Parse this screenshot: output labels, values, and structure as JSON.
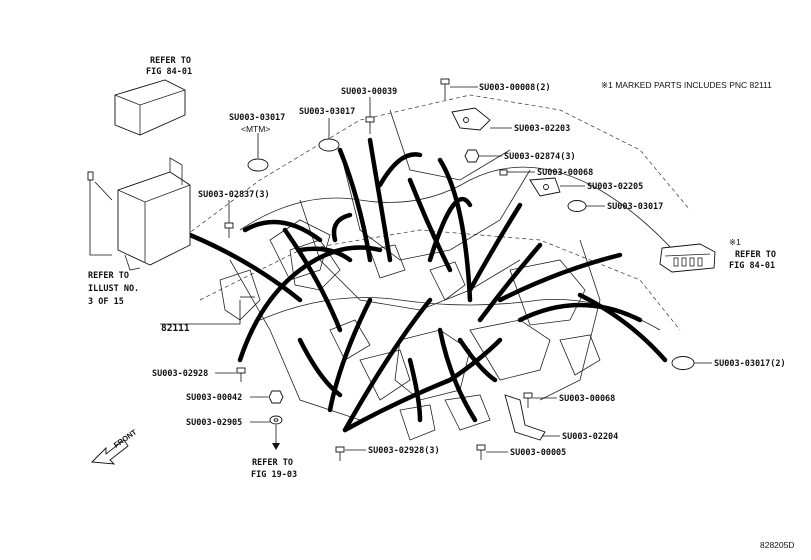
{
  "note": "※1 MARKED PARTS INCLUDES PNC 82111",
  "diagram_id": "828205D",
  "front_label": "FRONT",
  "main_part": "82111",
  "refs": {
    "top_left": [
      "REFER TO",
      "FIG 84-01"
    ],
    "illust": [
      "REFER TO",
      "ILLUST NO.",
      "3 OF 15"
    ],
    "right": [
      "※1",
      "REFER TO",
      "FIG 84-01"
    ],
    "bottom": [
      "REFER TO",
      "FIG 19-03"
    ]
  },
  "parts": {
    "p_00039": "SU003-00039",
    "p_03017_mtm": "SU003-03017",
    "p_mtm_tag": "<MTM>",
    "p_03017_mid": "SU003-03017",
    "p_00008": "SU003-00008(2)",
    "p_02203": "SU003-02203",
    "p_02874": "SU003-02874(3)",
    "p_00068_top": "SU003-00068",
    "p_02205": "SU003-02205",
    "p_03017_right": "SU003-03017",
    "p_02837": "SU003-02837(3)",
    "p_03017_2": "SU003-03017(2)",
    "p_02928_left": "SU003-02928",
    "p_00042": "SU003-00042",
    "p_02905": "SU003-02905",
    "p_02928_3": "SU003-02928(3)",
    "p_00005": "SU003-00005",
    "p_00068_bot": "SU003-00068",
    "p_02204": "SU003-02204"
  }
}
